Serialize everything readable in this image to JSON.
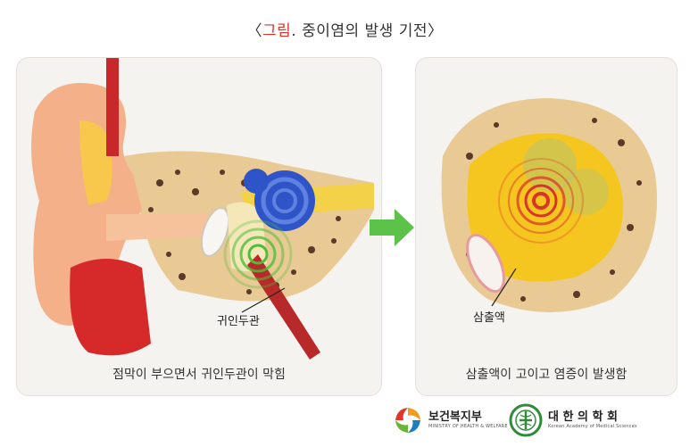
{
  "header": {
    "bracket_open": "〈",
    "title_accent": "그림",
    "title_rest": ". 중이염의 발생 기전",
    "bracket_close": "〉"
  },
  "left_panel": {
    "label": "귀인두관",
    "caption": "점막이 부으면서 귀인두관이 막힘"
  },
  "right_panel": {
    "label": "삼출액",
    "caption": "삼출액이 고이고 염증이 발생함"
  },
  "logos": {
    "mohw_name": "보건복지부",
    "mohw_sub": "MINISTRY OF HEALTH & WELFARE",
    "kams_name": "대 한 의 학 회",
    "kams_sub": "Korean Academy of Medical Sciences"
  },
  "colors": {
    "accent": "#d9342b",
    "arrow": "#5cc24a",
    "panel_bg": "#f5f3ef"
  }
}
